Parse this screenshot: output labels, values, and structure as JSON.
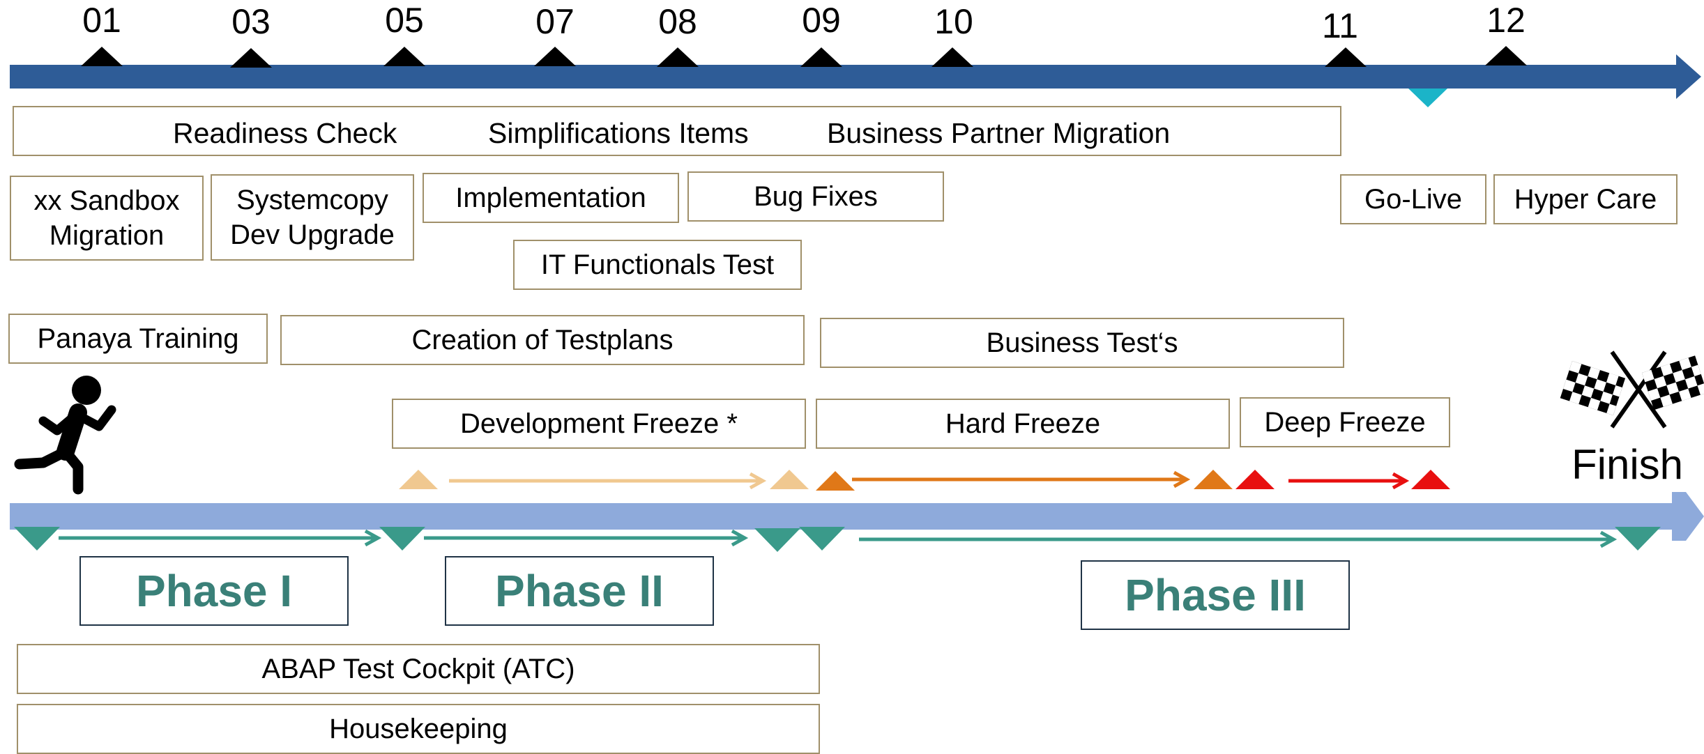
{
  "timeline": {
    "months": [
      "01",
      "03",
      "05",
      "07",
      "08",
      "09",
      "10",
      "11",
      "12"
    ],
    "bar_color": "#2e5c97",
    "go_live_marker_color": "#1bb4c8"
  },
  "activities": {
    "readiness_check": "Readiness Check",
    "simplification_items": "Simplifications Items",
    "business_partner_migration": "Business Partner Migration",
    "sandbox_migration": "xx Sandbox\nMigration",
    "systemcopy_dev_upgrade": "Systemcopy\nDev Upgrade",
    "implementation": "Implementation",
    "bug_fixes": "Bug Fixes",
    "it_functional_test": "IT Functionals Test",
    "go_live": "Go-Live",
    "hyper_care": "Hyper Care",
    "panaya_training": "Panaya Training",
    "creation_of_testplans": "Creation of Testplans",
    "business_tests": "Business Test‘s",
    "development_freeze": "Development Freeze *",
    "hard_freeze": "Hard Freeze",
    "deep_freeze": "Deep Freeze",
    "abap_test_cockpit": "ABAP Test Cockpit (ATC)",
    "housekeeping": "Housekeeping"
  },
  "phases": {
    "phase_1": "Phase I",
    "phase_2": "Phase II",
    "phase_3": "Phase III",
    "color": "#3a8078"
  },
  "finish": {
    "label": "Finish"
  },
  "colors": {
    "lower_bar": "#8eaadb",
    "phase_marker": "#3a9a8a",
    "development_freeze": "#f0c890",
    "hard_freeze": "#e07818",
    "deep_freeze": "#e81010",
    "box_border": "#a0906a"
  }
}
